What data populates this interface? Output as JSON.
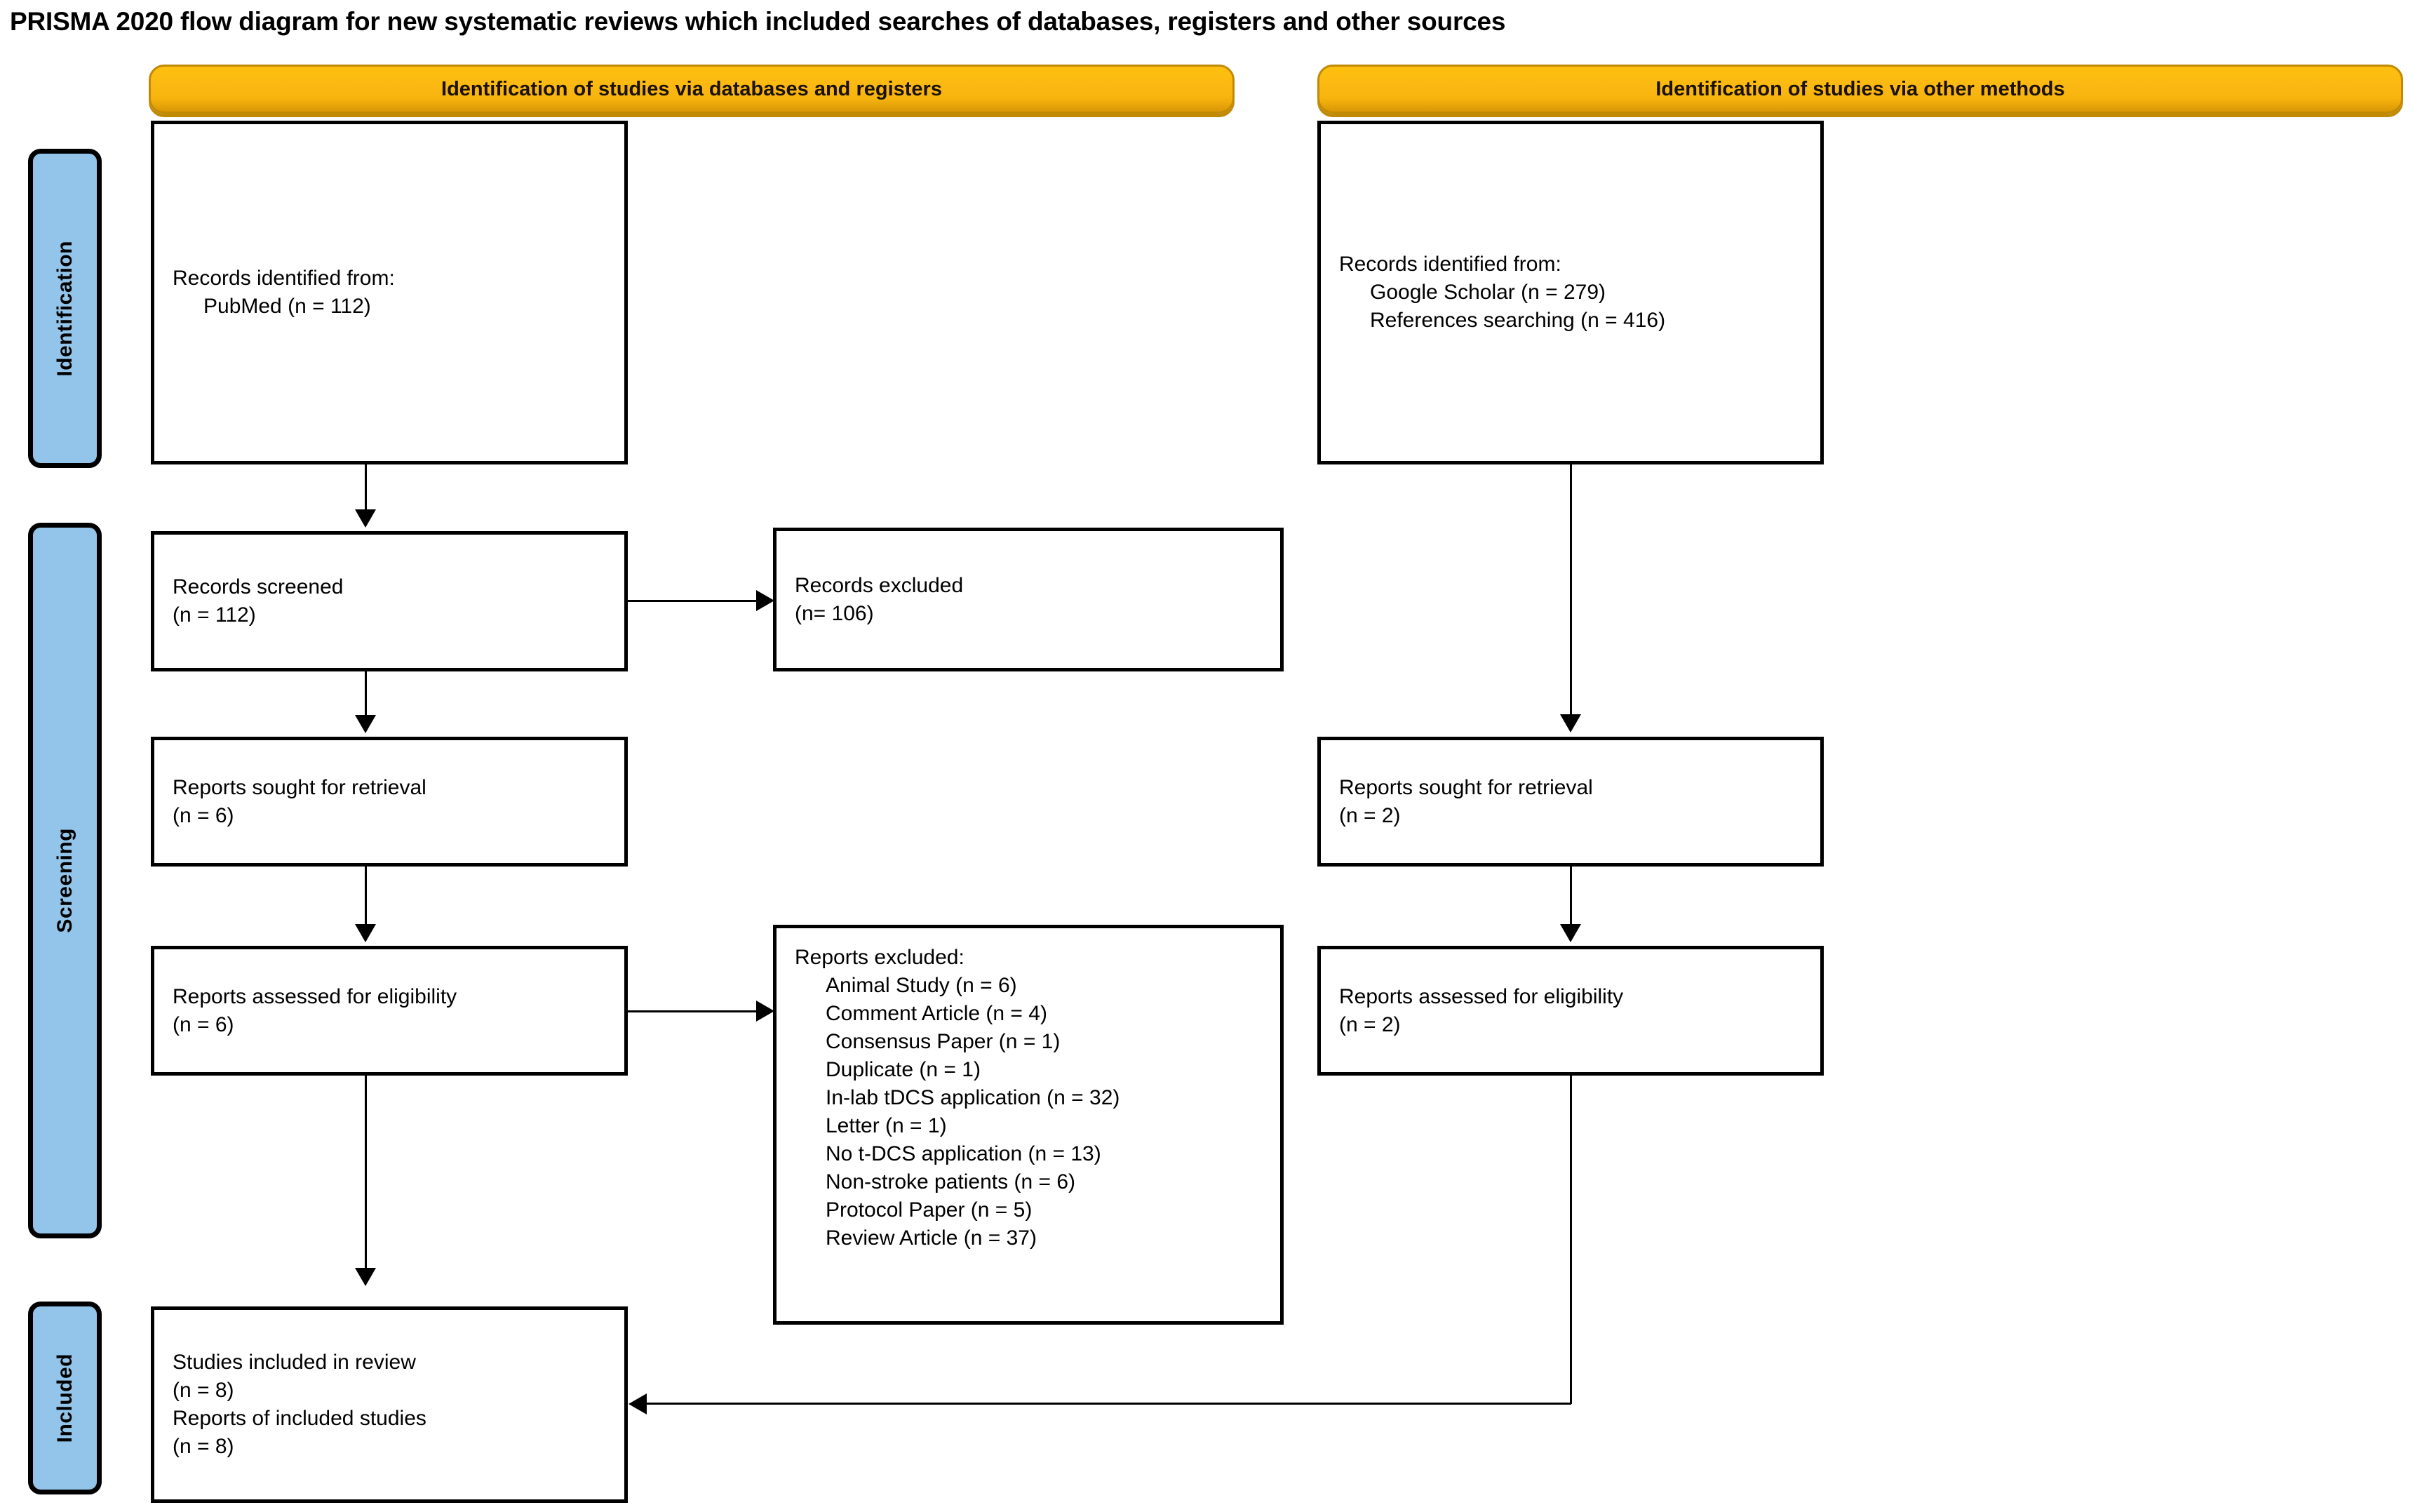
{
  "title": "PRISMA 2020 flow diagram for new systematic reviews which included searches of databases, registers and other sources",
  "colors": {
    "header_orange": "#FCB812",
    "header_orange_shadow": "#C08A05",
    "phase_blue": "#92C5E9",
    "outline_black": "#000000",
    "page_background": "#FFFFFF"
  },
  "phases": [
    {
      "id": "identification",
      "label": "Identification"
    },
    {
      "id": "screening",
      "label": "Screening"
    },
    {
      "id": "included",
      "label": "Included"
    }
  ],
  "columns": [
    {
      "id": "databases",
      "header": "Identification of studies via databases and registers"
    },
    {
      "id": "other",
      "header": "Identification of studies via other methods"
    }
  ],
  "boxes": {
    "records_identified_db": {
      "lines": [
        "Records identified from:",
        "PubMed (n = 112)"
      ]
    },
    "records_identified_other": {
      "lines": [
        "Records identified from:",
        "Google Scholar (n = 279)",
        "References searching (n = 416)"
      ]
    },
    "records_screened": {
      "lines": [
        "Records screened",
        "(n = 112)"
      ]
    },
    "records_excluded": {
      "lines": [
        "Records excluded",
        "(n= 106)"
      ]
    },
    "reports_sought_db": {
      "lines": [
        "Reports sought for retrieval",
        "(n = 6)"
      ]
    },
    "reports_sought_other": {
      "lines": [
        "Reports sought for retrieval",
        "(n = 2)"
      ]
    },
    "reports_assessed_db": {
      "lines": [
        "Reports assessed for eligibility",
        "(n = 6)"
      ]
    },
    "reports_assessed_other": {
      "lines": [
        "Reports assessed for eligibility",
        "(n = 2)"
      ]
    },
    "reports_excluded": {
      "heading": "Reports excluded:",
      "reasons": [
        "Animal Study (n = 6)",
        "Comment Article (n = 4)",
        "Consensus Paper (n = 1)",
        "Duplicate (n = 1)",
        "In-lab tDCS application (n = 32)",
        "Letter (n = 1)",
        "No t-DCS application (n = 13)",
        "Non-stroke patients (n = 6)",
        "Protocol Paper (n = 5)",
        "Review Article (n = 37)"
      ]
    },
    "studies_included": {
      "lines": [
        "Studies included in review",
        "(n = 8)",
        "Reports of included studies",
        "(n = 8)"
      ]
    }
  }
}
